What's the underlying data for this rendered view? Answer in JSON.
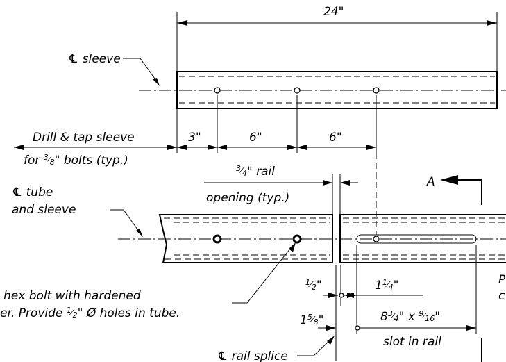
{
  "labels": {
    "overall_length": "24\"",
    "cl_sleeve": "℄ sleeve",
    "dim_3": "3\"",
    "dim_6a": "6\"",
    "dim_6b": "6\"",
    "drill_line1": "Drill & tap sleeve",
    "drill_line2_pre": "for ",
    "drill_frac_num": "3",
    "drill_frac_den": "8",
    "drill_line2_post": "\" bolts (typ.)",
    "rail_frac_num": "3",
    "rail_frac_den": "4",
    "rail_line1_post": "\" rail",
    "rail_line2": "opening (typ.)",
    "cl_tube_line1": "℄ tube",
    "cl_tube_line2": "and sleeve",
    "section_mark": "A",
    "bolt_note_line1": "hex bolt with hardened",
    "bolt_note_line2_pre": "er.  Provide ",
    "bolt_note_frac_num": "1",
    "bolt_note_frac_den": "2",
    "bolt_note_line2_post": "\" Ø holes in tube.",
    "half_num": "1",
    "half_den": "2",
    "half_suffix": "\"",
    "one_quarter_whole": "1",
    "one_quarter_num": "1",
    "one_quarter_den": "4",
    "one_quarter_suffix": "\"",
    "five_eighths_whole": "1",
    "five_eighths_num": "5",
    "five_eighths_den": "8",
    "five_eighths_suffix": "\"",
    "slot_whole": "8",
    "slot_num1": "3",
    "slot_den1": "4",
    "slot_mid": "\" x ",
    "slot_num2": "9",
    "slot_den2": "16",
    "slot_suffix": "\"",
    "slot_line2": "slot in rail",
    "cl_rail_splice": "℄ rail splice",
    "right_cut_1": "P",
    "right_cut_2": "c"
  }
}
